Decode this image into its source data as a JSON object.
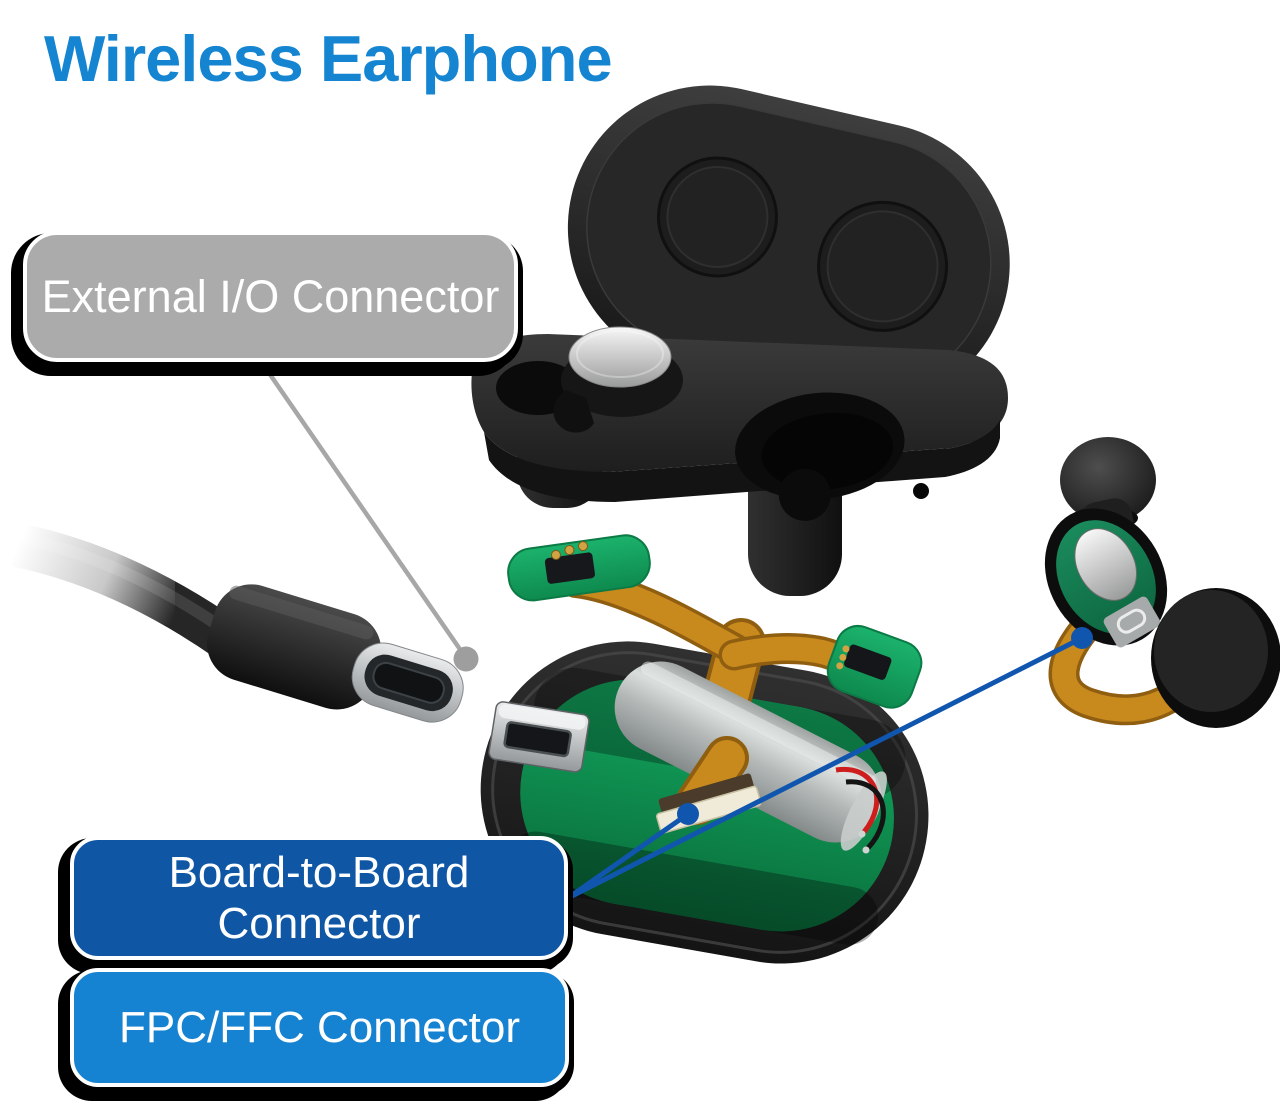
{
  "title": "Wireless Earphone",
  "colors": {
    "title-blue": "#1585D2",
    "label-gray": "#ABABAB",
    "dark-blue": "#0F56A5",
    "light-blue": "#1683D2",
    "leader-blue": "#1156AE",
    "leader-gray": "#A7A7A7",
    "pcb-green": "#12A85F",
    "fpc-copper": "#C8891D"
  },
  "callouts": {
    "external_io": {
      "label": "External I/O Connector"
    },
    "board_to_board": {
      "line1": "Board-to-Board",
      "line2": "Connector"
    },
    "fpc_ffc": {
      "label": "FPC/FFC Connector"
    }
  }
}
